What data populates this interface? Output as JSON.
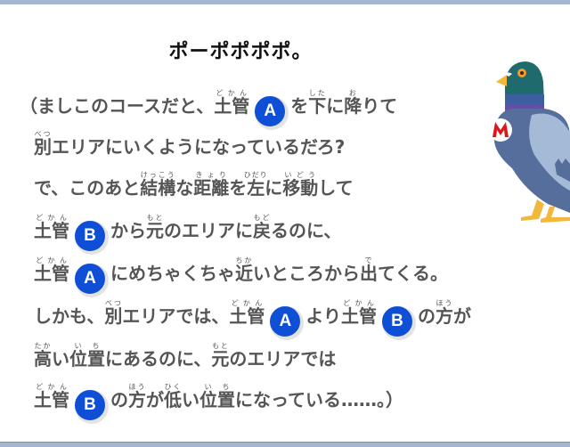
{
  "title": "ポーポポポポ。",
  "colors": {
    "frame": "#a3b8d0",
    "badge": "#0f4fd6",
    "text": "#555555",
    "title": "#111111"
  },
  "badges": {
    "a": "A",
    "b": "B"
  },
  "lines": [
    {
      "s1": "（ましこのコースだと、",
      "r1": {
        "base": "土管",
        "ruby": "どかん"
      },
      "badge": "A",
      "s2": "を",
      "r2": {
        "base": "下",
        "ruby": "した"
      },
      "s3": "に",
      "r3": {
        "base": "降",
        "ruby": "お"
      },
      "s4": "りて"
    },
    {
      "r1": {
        "base": "別",
        "ruby": "べつ"
      },
      "s1": "エリアにいくようになっているだろ?"
    },
    {
      "s1": "で、このあと",
      "r1": {
        "base": "結構",
        "ruby": "けっこう"
      },
      "s2": "な",
      "r2": {
        "base": "距離",
        "ruby": "きょり"
      },
      "s3": "を",
      "r3": {
        "base": "左",
        "ruby": "ひだり"
      },
      "s4": "に",
      "r4": {
        "base": "移動",
        "ruby": "いどう"
      },
      "s5": "して"
    },
    {
      "r1": {
        "base": "土管",
        "ruby": "どかん"
      },
      "badge": "B",
      "s1": "から",
      "r2": {
        "base": "元",
        "ruby": "もと"
      },
      "s2": "のエリアに",
      "r3": {
        "base": "戻",
        "ruby": "もど"
      },
      "s3": "るのに、"
    },
    {
      "r1": {
        "base": "土管",
        "ruby": "どかん"
      },
      "badge": "A",
      "s1": "にめちゃくちゃ",
      "r2": {
        "base": "近",
        "ruby": "ちか"
      },
      "s2": "いところから",
      "r3": {
        "base": "出",
        "ruby": "で"
      },
      "s3": "てくる。"
    },
    {
      "s1": "しかも、",
      "r1": {
        "base": "別",
        "ruby": "べつ"
      },
      "s2": "エリアでは、",
      "r2": {
        "base": "土管",
        "ruby": "どかん"
      },
      "badge1": "A",
      "s3": "より",
      "r3": {
        "base": "土管",
        "ruby": "どかん"
      },
      "badge2": "B",
      "s4": "の",
      "r4": {
        "base": "方",
        "ruby": "ほう"
      },
      "s5": "が"
    },
    {
      "r1": {
        "base": "高",
        "ruby": "たか"
      },
      "s1": "い",
      "r2": {
        "base": "位置",
        "ruby": "いち"
      },
      "s2": "にあるのに、",
      "r3": {
        "base": "元",
        "ruby": "もと"
      },
      "s3": "のエリアでは"
    },
    {
      "r1": {
        "base": "土管",
        "ruby": "どかん"
      },
      "badge": "B",
      "s1": "の",
      "r2": {
        "base": "方",
        "ruby": "ほう"
      },
      "s2": "が",
      "r3": {
        "base": "低",
        "ruby": "ひく"
      },
      "s3": "い",
      "r4": {
        "base": "位置",
        "ruby": "いち"
      },
      "s4": "になっている……。）"
    }
  ],
  "character": {
    "name": "pigeon",
    "emblem": "M"
  }
}
